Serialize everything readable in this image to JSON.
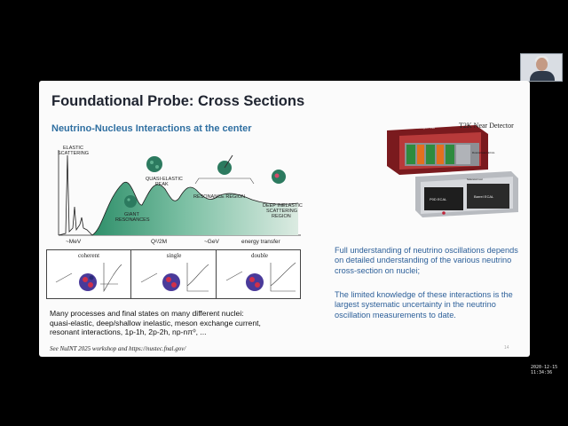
{
  "participant": {
    "name_tag": ""
  },
  "timestamp": "2020-12-15 11:34:36",
  "slide": {
    "title": "Foundational Probe: Cross Sections",
    "subtitle": "Neutrino-Nucleus Interactions at the center",
    "spectrum": {
      "regions": {
        "elastic_line1": "ELASTIC",
        "elastic_line2": "SCATTERING",
        "qe_line1": "QUASI-ELASTIC",
        "qe_line2": "PEAK",
        "giant_line1": "GIANT",
        "giant_line2": "RESONANCES",
        "res": "RESONANCE  REGION",
        "dis_line1": "DEEP INELASTIC",
        "dis_line2": "SCATTERING",
        "dis_line3": "REGION"
      },
      "axis": {
        "mev": "~MeV",
        "q2m": "Q²/2M",
        "gev": "~GeV",
        "energy_transfer": "energy transfer"
      }
    },
    "channels": [
      "coherent",
      "single",
      "double"
    ],
    "processes_line1": "Many processes and final states on many different nuclei:",
    "processes_line2": "quasi-elastic, deep/shallow inelastic, meson exchange current,",
    "processes_line3": "resonant interactions, 1p-1h, 2p-2h, np-nπ⁰, ...",
    "see_also": "See NuINT 2025 workshop and https://nustec.fnal.gov/",
    "page_number": "14",
    "detector_label": "T2K Near Detector",
    "detector_parts": {
      "magnet": "UA1 Magnet Yoke",
      "downstream": "Downstream ECAL",
      "solenoid": "Solenoid Coil",
      "p0d": "P0D ECAL",
      "barrel": "Barrel ECAL"
    },
    "para1": "Full understanding of neutrino oscillations depends on detailed understanding of the various neutrino cross-section on nuclei;",
    "para2": "The limited knowledge of these interactions is the largest systematic uncertainty in the neutrino oscillation measurements to date."
  }
}
